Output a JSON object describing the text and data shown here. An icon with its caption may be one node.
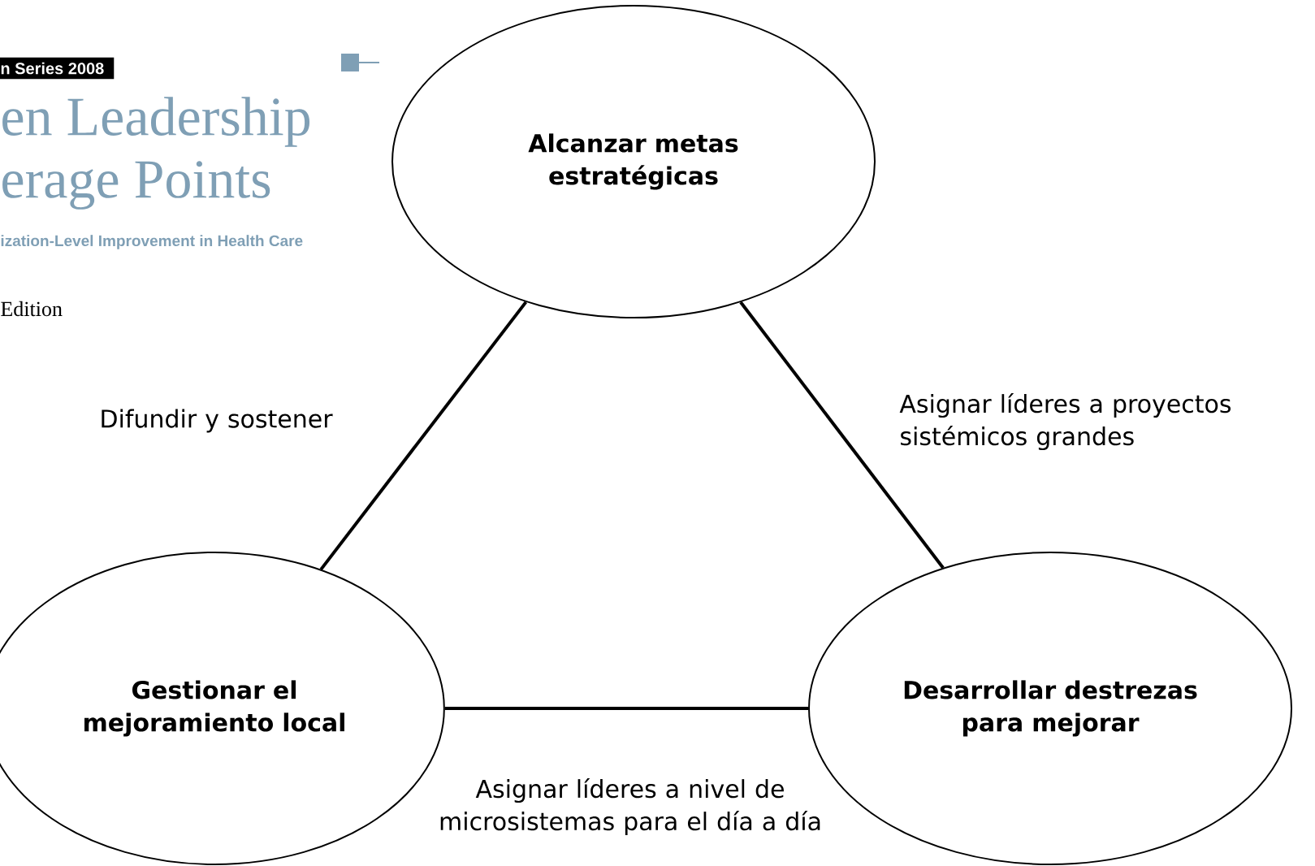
{
  "diagram": {
    "nodes": [
      {
        "text": [
          "Alcanzar metas estratégicas"
        ]
      },
      {
        "text": [
          "Gestionar el mejoramiento local"
        ]
      },
      {
        "text": [
          "Desarrollar destrezas para mejorar"
        ]
      }
    ],
    "edges": [
      {
        "from": 0,
        "to": 1,
        "arrow": "none",
        "label": "Difundir y sostener"
      },
      {
        "from": 0,
        "to": 2,
        "arrow": "none",
        "label": "Asignar líderes a proyectos sistémicos grandes"
      },
      {
        "from": 1,
        "to": 2,
        "arrow": "none",
        "label": "Asignar líderes a nivel de microsistemas para el día a día"
      }
    ],
    "labels": [
      "n Series 2008",
      "en Leadership",
      "erage Points",
      "ization-Level Improvement in Health Care",
      "Edition"
    ]
  }
}
